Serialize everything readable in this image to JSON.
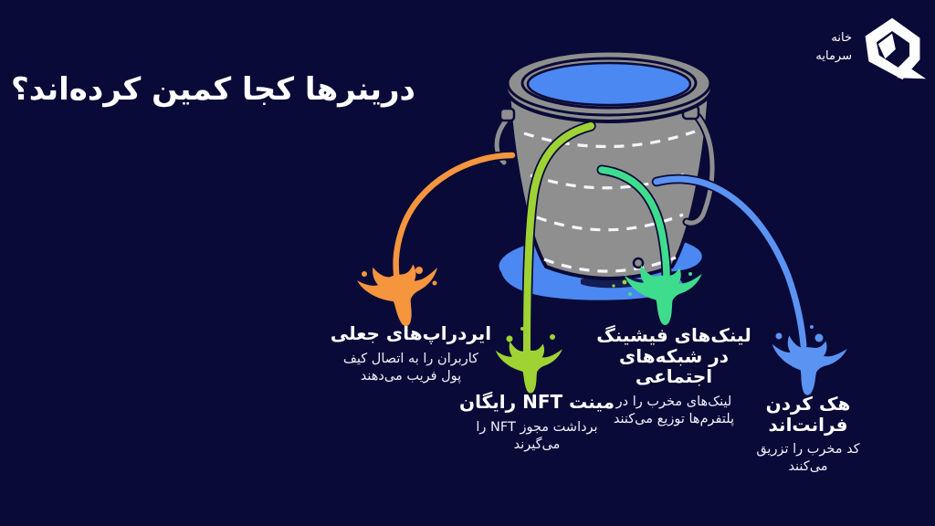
{
  "palette": {
    "background": "#0a0a38",
    "bucket": "#8f8f8f",
    "water": "#4c88f2",
    "dash": "#f4f6ff",
    "text": "#ffffff",
    "orange": "#f5953e",
    "lime": "#9fd334",
    "teal": "#3edd8e",
    "blue": "#5b93f3"
  },
  "title": "درینرها کجا کمین کرده‌اند؟",
  "logo": {
    "name_line1": "خانه",
    "name_line2": "سرمایه"
  },
  "items": [
    {
      "name": "fake-airdrops",
      "accent": "#f5953e",
      "icon": "orange-splash-icon",
      "heading_lines": [
        "ایردراپ‌های جعلی"
      ],
      "description_lines": [
        "کاربران را به اتصال کیف",
        "پول فریب می‌دهند"
      ]
    },
    {
      "name": "free-nft-mint",
      "accent": "#9fd334",
      "icon": "lime-splash-icon",
      "heading_lines": [
        "مینت NFT رایگان"
      ],
      "description_lines": [
        "برداشت مجوز NFT را",
        "می‌گیرند"
      ]
    },
    {
      "name": "phishing-links-social",
      "accent": "#3edd8e",
      "icon": "teal-splash-icon",
      "heading_lines": [
        "لینک‌های فیشینگ",
        "در شبکه‌های",
        "اجتماعی"
      ],
      "description_lines": [
        "لینک‌های مخرب را در",
        "پلتفرم‌ها توزیع می‌کنند"
      ]
    },
    {
      "name": "frontend-hacking",
      "accent": "#5b93f3",
      "icon": "blue-splash-icon",
      "heading_lines": [
        "هک کردن",
        "فرانت‌اند"
      ],
      "description_lines": [
        "کد مخرب را تزریق",
        "می‌کنند"
      ]
    }
  ]
}
